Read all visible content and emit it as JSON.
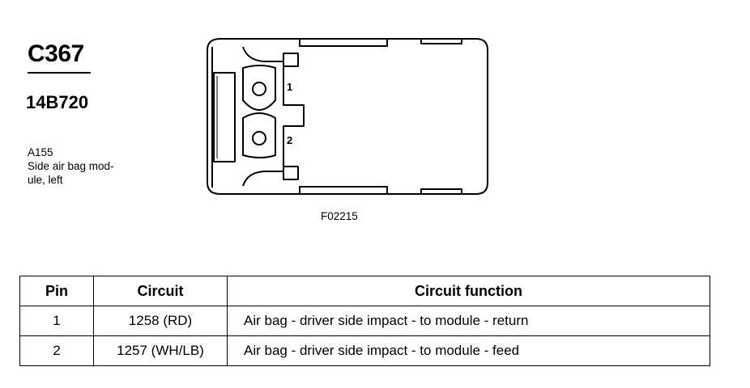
{
  "connector": {
    "id": "C367",
    "part_number": "14B720"
  },
  "component": {
    "lines": [
      "A155",
      "Side air bag mod-",
      "ule, left"
    ]
  },
  "diagram": {
    "pin_labels": [
      "1",
      "2"
    ],
    "figure_code": "F02215"
  },
  "table": {
    "headers": {
      "pin": "Pin",
      "circuit": "Circuit",
      "function": "Circuit function"
    },
    "rows": [
      {
        "pin": "1",
        "circuit": "1258 (RD)",
        "function": "Air bag - driver side impact - to module - return"
      },
      {
        "pin": "2",
        "circuit": "1257 (WH/LB)",
        "function": "Air bag - driver side impact - to module - feed"
      }
    ]
  }
}
